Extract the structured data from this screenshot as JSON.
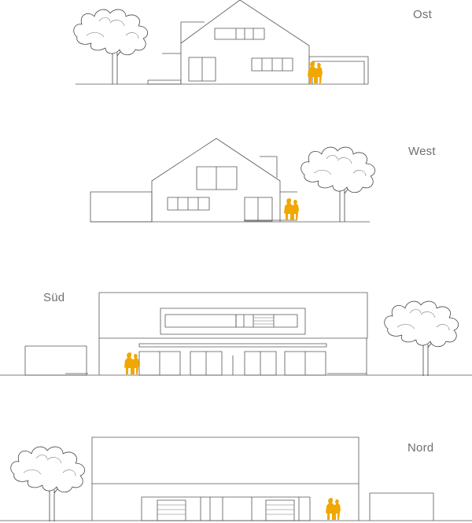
{
  "elevations": {
    "ost": {
      "label": "Ost"
    },
    "west": {
      "label": "West"
    },
    "sued": {
      "label": "Süd"
    },
    "nord": {
      "label": "Nord"
    }
  },
  "colors": {
    "line": "#555555",
    "figure": "#f0a800",
    "label": "#6f6f6f",
    "background": "#ffffff"
  },
  "icons": [
    "tree-icon",
    "person-figure-icon"
  ]
}
